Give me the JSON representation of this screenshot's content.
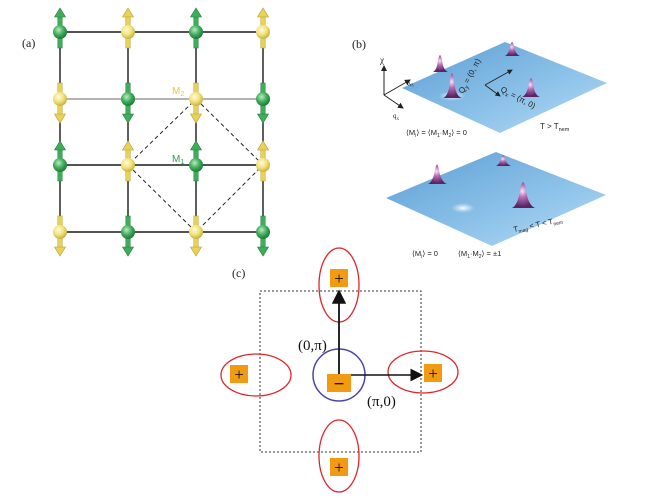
{
  "colors": {
    "green_spin": "#3fae5a",
    "yellow_spin": "#f2e27a",
    "surface": "#79b3e0",
    "peak": "#8e3f8a",
    "plus_box": "#f29b12",
    "ellipse_red": "#e0262b",
    "circle_blue": "#4a45a8"
  },
  "panel_a": {
    "label": "(a)",
    "m1_label": "M",
    "m1_sub": "1",
    "m2_label": "M",
    "m2_sub": "2"
  },
  "panel_b": {
    "label": "(b)",
    "chi": "χ",
    "qy": "q",
    "qy_sub": "y",
    "qx": "q",
    "qx_sub": "x",
    "Q_y": "Q",
    "Q_y_sub": "y",
    "Q_y_val": " = (0, π)",
    "Q_x": "Q",
    "Q_x_sub": "x",
    "Q_x_val": " = (π, 0)",
    "top_avg": "⟨M",
    "top_avg_sub": "i",
    "top_avg_rest": "⟩ = ⟨M",
    "top_avg_sub2": "1",
    "top_avg_mid": "·M",
    "top_avg_sub3": "2",
    "top_avg_end": "⟩ = 0",
    "top_T": "T > T",
    "top_T_sub": "nem",
    "bottom_T_a": "T",
    "bottom_T_a_sub": "mag",
    "bottom_T_b": " < T < T",
    "bottom_T_b_sub": "nem",
    "bottom_avg1": "⟨M",
    "bottom_avg1_sub": "i",
    "bottom_avg1_end": "⟩ = 0",
    "bottom_avg2": "⟨M",
    "bottom_avg2_sub": "1",
    "bottom_avg2_mid": "·M",
    "bottom_avg2_sub2": "2",
    "bottom_avg2_end": "⟩ = ±1"
  },
  "panel_c": {
    "label": "(c)",
    "plus": "+",
    "minus": "−",
    "zero_pi": "(0,π)",
    "pi_zero": "(π,0)"
  }
}
